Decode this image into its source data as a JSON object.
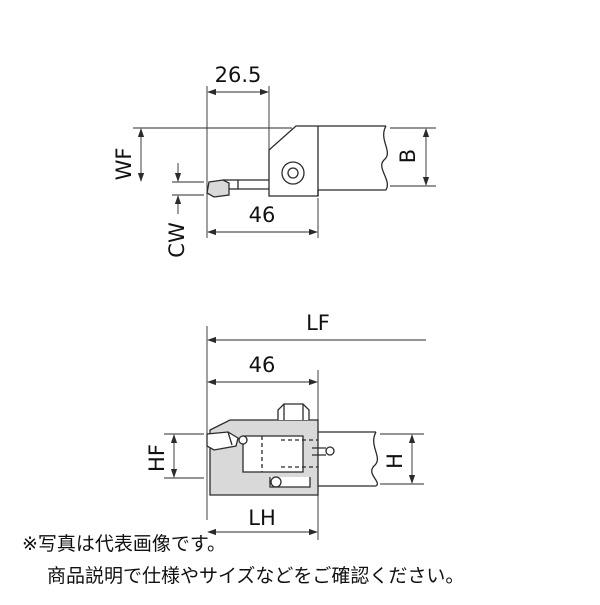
{
  "top_view": {
    "dim_26_5": "26.5",
    "dim_46": "46",
    "label_wf": "WF",
    "label_cw": "CW",
    "label_b": "B"
  },
  "side_view": {
    "label_lf": "LF",
    "dim_46": "46",
    "label_hf": "HF",
    "label_h": "H",
    "label_lh": "LH"
  },
  "notes": {
    "line1": "※写真は代表画像です。",
    "line2": "商品説明で仕様やサイズなどをご確認ください。"
  },
  "colors": {
    "line": "#2b2b2b",
    "shade": "#d9d9d9",
    "accent": "#b5103e"
  }
}
